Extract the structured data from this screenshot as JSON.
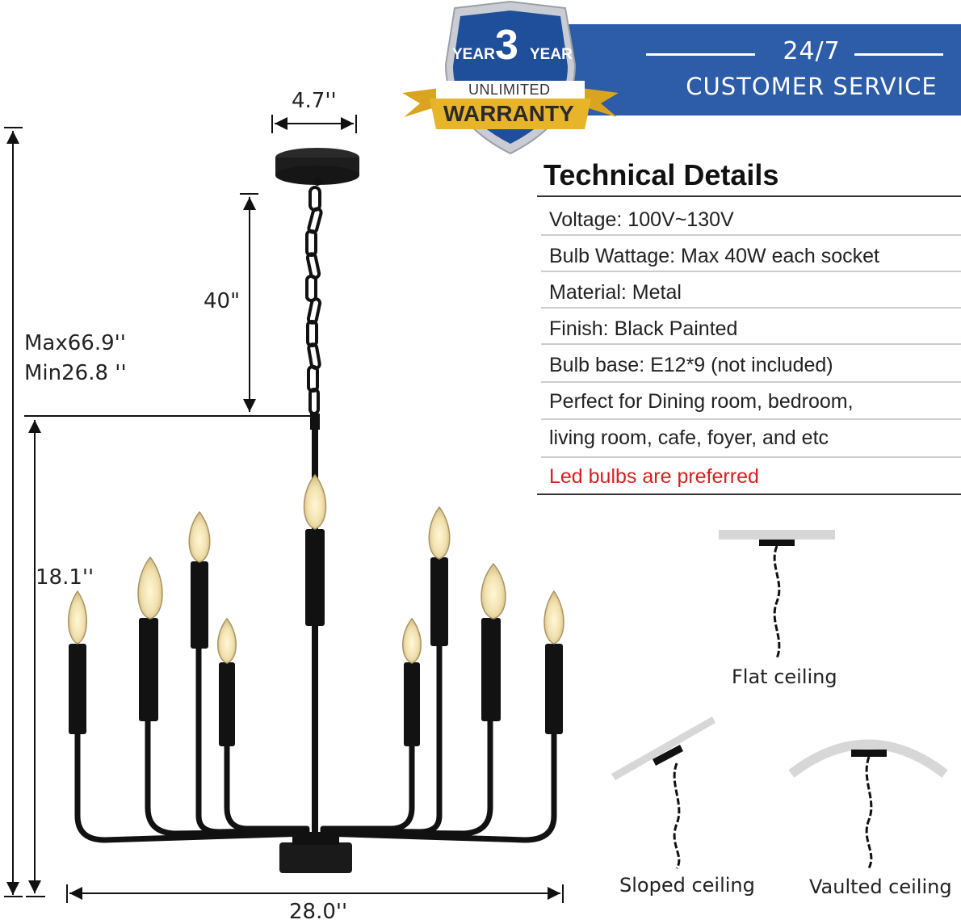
{
  "badge": {
    "year_left": "YEAR",
    "number": "3",
    "year_right": "YEAR",
    "unlimited": "UNLIMITED",
    "warranty": "WARRANTY"
  },
  "banner": {
    "top_text": "24/7",
    "bottom_text": "CUSTOMER SERVICE",
    "color": "#2d5ca8"
  },
  "dimensions": {
    "canopy_width": "4.7''",
    "chain_length": "40\"",
    "max_height": "Max66.9''",
    "min_height": "Min26.8 ''",
    "body_height": "18.1''",
    "body_width": "28.0''"
  },
  "technical_details": {
    "title": "Technical Details",
    "rows": [
      "Voltage: 100V~130V",
      "Bulb Wattage: Max 40W each socket",
      "Material:   Metal",
      "Finish:  Black Painted",
      "Bulb base: E12*9 (not included)",
      "Perfect for Dining room, bedroom,",
      "living room, cafe, foyer, and etc"
    ],
    "note": "Led bulbs are preferred",
    "note_color": "#d62020"
  },
  "ceilings": {
    "flat": "Flat ceiling",
    "sloped": "Sloped ceiling",
    "vaulted": "Vaulted ceiling"
  }
}
